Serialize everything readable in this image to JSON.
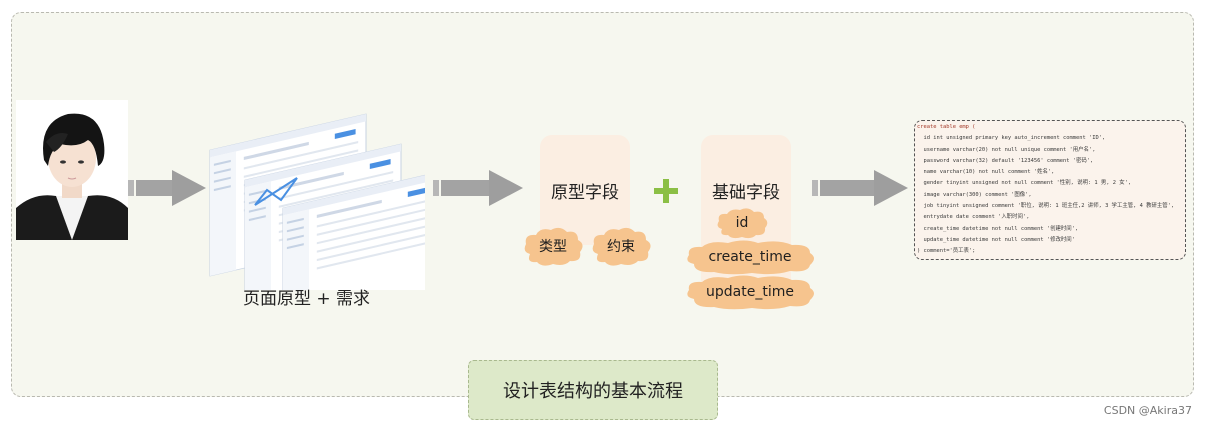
{
  "prototype_caption": "页面原型 + 需求",
  "prototype_fields": {
    "label": "原型字段",
    "tags": [
      "类型",
      "约束"
    ]
  },
  "plus_symbol": "+",
  "base_fields": {
    "label": "基础字段",
    "items": [
      "id",
      "create_time",
      "update_time"
    ]
  },
  "sql_lines": [
    "create table emp (",
    "  id int unsigned primary key auto_increment comment 'ID',",
    "  username varchar(20) not null unique comment '用户名',",
    "  password varchar(32) default '123456' comment '密码',",
    "  name varchar(10) not null comment '姓名',",
    "  gender tinyint unsigned not null comment '性别, 说明: 1 男, 2 女',",
    "  image varchar(300) comment '图像',",
    "  job tinyint unsigned comment '职位, 说明: 1 班主任,2 讲师, 3 学工主管, 4 教研主管',",
    "  entrydate date comment '入职时间',",
    "  create_time datetime not null comment '创建时间',",
    "  update_time datetime not null comment '修改时间'",
    ") comment='员工表';"
  ],
  "flow_title": "设计表结构的基本流程",
  "watermark": "CSDN @Akira37",
  "colors": {
    "panel": "#f6f7ef",
    "title_box": "#dde9c9",
    "cloud": "#f6c48e",
    "plus": "#8bbf45",
    "arrow": "#9e9e9e"
  }
}
